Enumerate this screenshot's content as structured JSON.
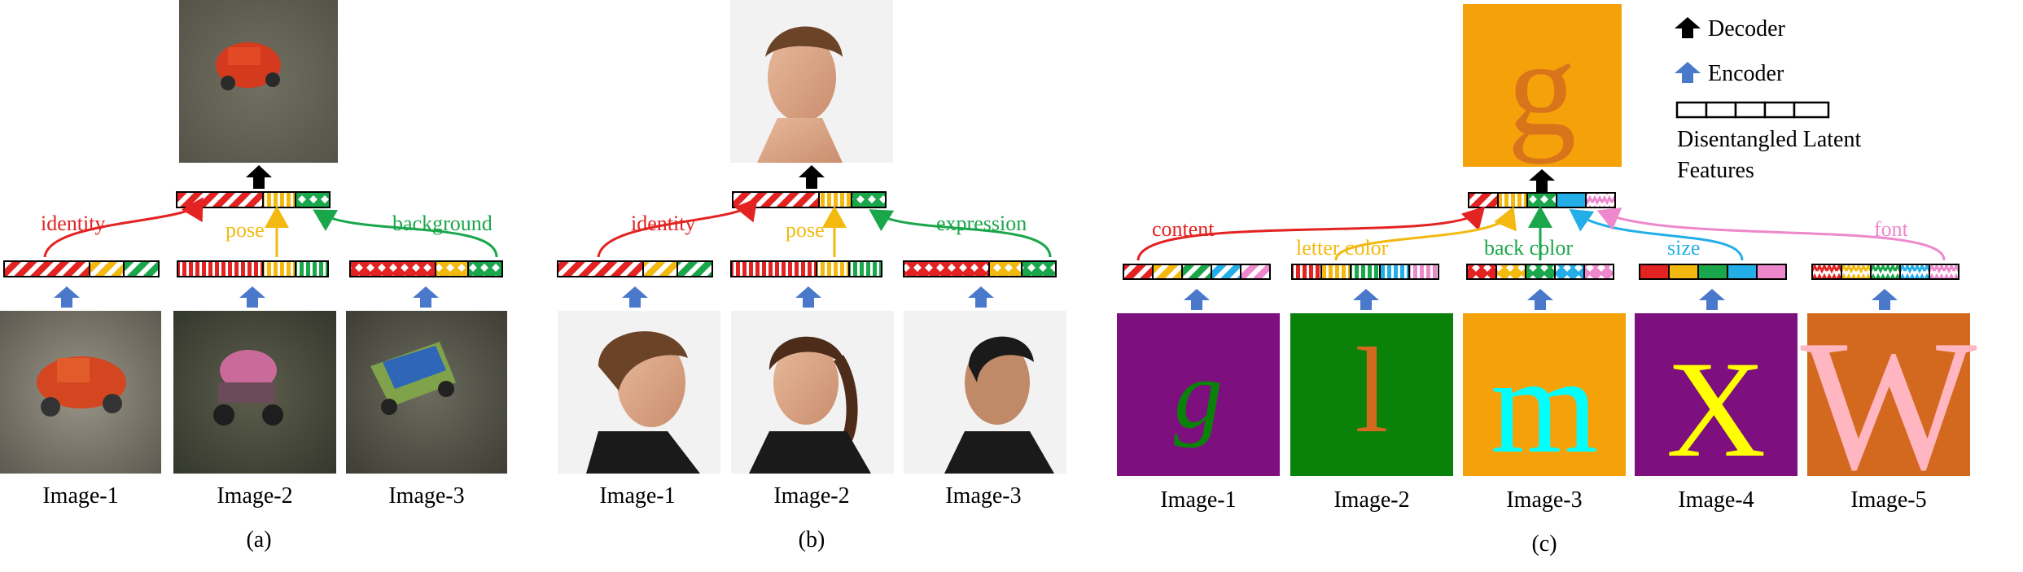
{
  "legend": {
    "decoder": "Decoder",
    "encoder": "Encoder",
    "latent_line1": "Disentangled Latent",
    "latent_line2": "Features"
  },
  "panels": [
    {
      "caption": "(a)",
      "images": [
        "Image-1",
        "Image-2",
        "Image-3"
      ],
      "attributes": [
        "identity",
        "pose",
        "background"
      ]
    },
    {
      "caption": "(b)",
      "images": [
        "Image-1",
        "Image-2",
        "Image-3"
      ],
      "attributes": [
        "identity",
        "pose",
        "expression"
      ]
    },
    {
      "caption": "(c)",
      "images": [
        "Image-1",
        "Image-2",
        "Image-3",
        "Image-4",
        "Image-5"
      ],
      "attributes": [
        "content",
        "letter color",
        "back color",
        "size",
        "font"
      ],
      "glyphs": [
        "g",
        "l",
        "m",
        "X",
        "W",
        "g"
      ]
    }
  ],
  "colors": {
    "red": "#e32222",
    "yellow": "#f3b90f",
    "green": "#1aa64a",
    "blue": "#23aee8",
    "pink": "#ee88cc",
    "arrow_blue": "#4a79cc",
    "arrow_black": "#000000",
    "purple": "#7d0f7f",
    "dark_green": "#0a820a",
    "orange": "#f5a10a",
    "brown_orange": "#d2691e"
  }
}
